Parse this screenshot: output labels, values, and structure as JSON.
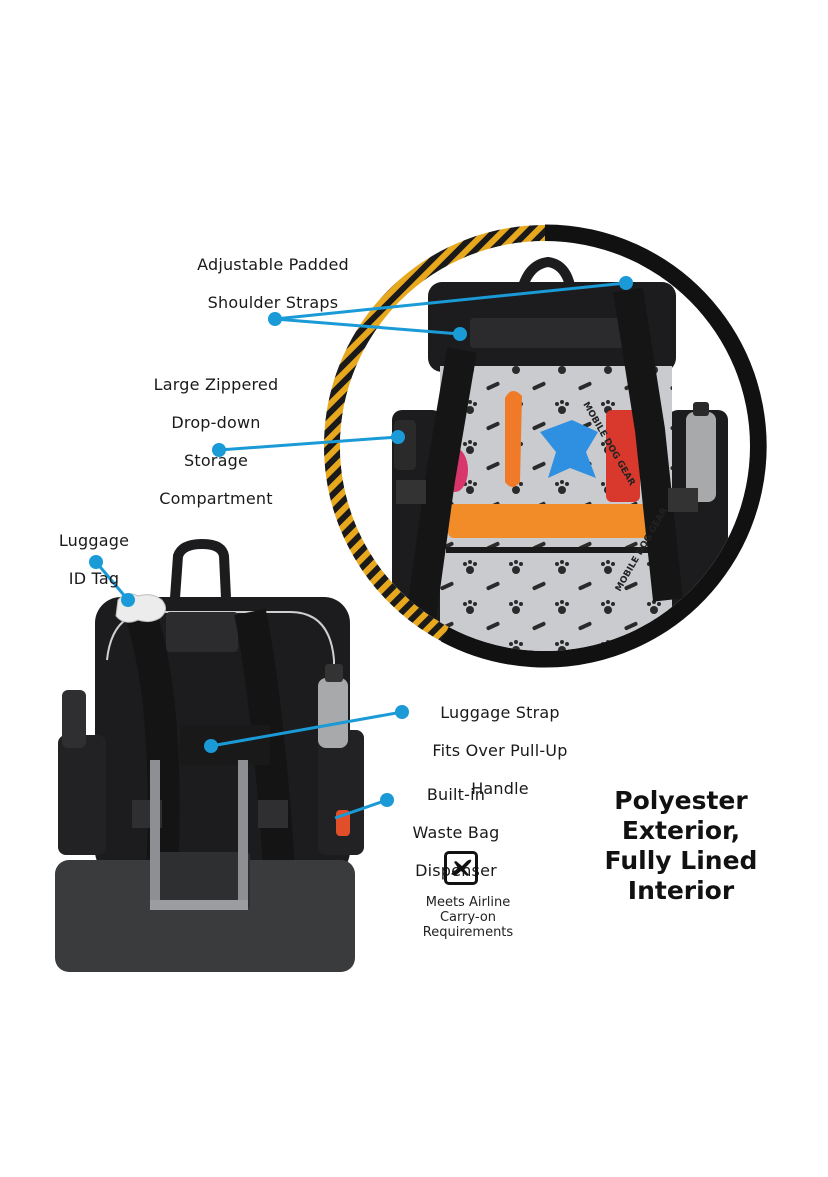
{
  "callouts": {
    "straps": [
      "Adjustable Padded",
      "Shoulder Straps"
    ],
    "compartment": [
      "Large Zippered",
      "Drop-down",
      "Storage",
      "Compartment"
    ],
    "id_tag": [
      "Luggage",
      "ID Tag"
    ],
    "luggage_strap": [
      "Luggage Strap",
      "Fits Over Pull-Up",
      "Handle"
    ],
    "waste_bag": [
      "Built-in",
      "Waste Bag",
      "Dispenser"
    ]
  },
  "material": [
    "Polyester",
    "Exterior,",
    "Fully Lined",
    "Interior"
  ],
  "airline": [
    "Meets Airline",
    "Carry-on",
    "Requirements"
  ],
  "print": {
    "bag_logo_1": "MOBILE DOG GEAR",
    "bag_logo_2": "MOBILE DOG GEAR"
  },
  "colors": {
    "callout_dot": "#1a9ad6",
    "stripe_yellow": "#e8a81e",
    "bag_black": "#1c1c1e",
    "lining_grey": "#c9cbce",
    "towel_orange": "#f28c28",
    "suitcase_grey": "#3a3b3d"
  }
}
